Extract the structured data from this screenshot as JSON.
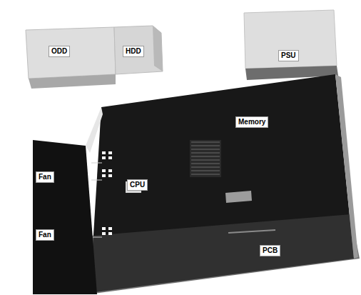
{
  "diagram": {
    "nodes": [
      {
        "text": [
          "ODD"
        ]
      },
      {
        "text": [
          "HDD"
        ]
      },
      {
        "text": [
          "PSU"
        ]
      },
      {
        "text": [
          "Memory"
        ]
      },
      {
        "text": [
          "Fan"
        ]
      },
      {
        "text": [
          "CPU"
        ]
      },
      {
        "text": [
          "Fan"
        ]
      },
      {
        "text": [
          "PCB"
        ]
      }
    ]
  }
}
